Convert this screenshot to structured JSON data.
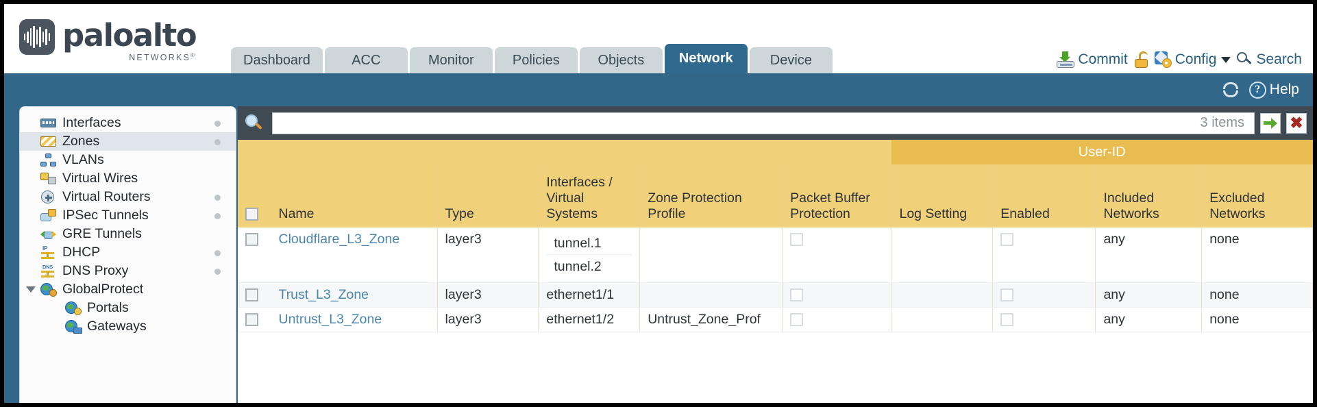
{
  "brand": {
    "name": "paloalto",
    "sub": "NETWORKS",
    "reg": "®"
  },
  "nav": {
    "tabs": [
      {
        "label": "Dashboard",
        "active": false
      },
      {
        "label": "ACC",
        "active": false
      },
      {
        "label": "Monitor",
        "active": false
      },
      {
        "label": "Policies",
        "active": false
      },
      {
        "label": "Objects",
        "active": false
      },
      {
        "label": "Network",
        "active": true
      },
      {
        "label": "Device",
        "active": false
      }
    ]
  },
  "toolbar": {
    "commit_label": "Commit",
    "commit_icon": "commit-download-icon",
    "lock_icon": "unlocked-padlock-icon",
    "config_label": "Config",
    "config_icon": "config-wrench-gear-icon",
    "search_label": "Search",
    "search_icon": "search-magnifier-icon"
  },
  "blueband": {
    "refresh_icon": "refresh-icon",
    "help_label": "Help",
    "help_icon": "help-question-icon"
  },
  "sidebar": {
    "items": [
      {
        "label": "Interfaces",
        "icon": "interfaces-icon",
        "selected": false,
        "dot": true,
        "child": false,
        "expander": false
      },
      {
        "label": "Zones",
        "icon": "zones-icon",
        "selected": true,
        "dot": true,
        "child": false,
        "expander": false
      },
      {
        "label": "VLANs",
        "icon": "vlans-icon",
        "selected": false,
        "dot": false,
        "child": false,
        "expander": false
      },
      {
        "label": "Virtual Wires",
        "icon": "virtual-wires-icon",
        "selected": false,
        "dot": false,
        "child": false,
        "expander": false
      },
      {
        "label": "Virtual Routers",
        "icon": "virtual-routers-icon",
        "selected": false,
        "dot": true,
        "child": false,
        "expander": false
      },
      {
        "label": "IPSec Tunnels",
        "icon": "ipsec-tunnels-icon",
        "selected": false,
        "dot": true,
        "child": false,
        "expander": false
      },
      {
        "label": "GRE Tunnels",
        "icon": "gre-tunnels-icon",
        "selected": false,
        "dot": false,
        "child": false,
        "expander": false
      },
      {
        "label": "DHCP",
        "icon": "dhcp-icon",
        "selected": false,
        "dot": true,
        "child": false,
        "expander": false
      },
      {
        "label": "DNS Proxy",
        "icon": "dns-proxy-icon",
        "selected": false,
        "dot": true,
        "child": false,
        "expander": false
      },
      {
        "label": "GlobalProtect",
        "icon": "globalprotect-icon",
        "selected": false,
        "dot": false,
        "child": false,
        "expander": true
      },
      {
        "label": "Portals",
        "icon": "portals-icon",
        "selected": false,
        "dot": false,
        "child": true,
        "expander": false
      },
      {
        "label": "Gateways",
        "icon": "gateways-icon",
        "selected": false,
        "dot": false,
        "child": true,
        "expander": false
      }
    ]
  },
  "filterbar": {
    "search_icon": "filter-search-icon",
    "value": "",
    "placeholder": "",
    "count": "3 items",
    "apply_icon": "apply-filter-arrow-icon",
    "clear_icon": "clear-filter-close-icon",
    "clear_glyph": "✖"
  },
  "table": {
    "group_header": {
      "userid": "User-ID"
    },
    "columns": [
      "Name",
      "Type",
      "Interfaces / Virtual Systems",
      "Zone Protection Profile",
      "Packet Buffer Protection",
      "Log Setting",
      "Enabled",
      "Included Networks",
      "Excluded Networks"
    ],
    "rows": [
      {
        "name": "Cloudflare_L3_Zone",
        "type": "layer3",
        "interfaces": [
          "tunnel.1",
          "tunnel.2"
        ],
        "zone_protection_profile": "",
        "packet_buffer_protection": false,
        "log_setting": "",
        "userid_enabled": false,
        "included_networks": "any",
        "excluded_networks": "none"
      },
      {
        "name": "Trust_L3_Zone",
        "type": "layer3",
        "interfaces": [
          "ethernet1/1"
        ],
        "zone_protection_profile": "",
        "packet_buffer_protection": false,
        "log_setting": "",
        "userid_enabled": false,
        "included_networks": "any",
        "excluded_networks": "none"
      },
      {
        "name": "Untrust_L3_Zone",
        "type": "layer3",
        "interfaces": [
          "ethernet1/2"
        ],
        "zone_protection_profile": "Untrust_Zone_Prof",
        "packet_buffer_protection": false,
        "log_setting": "",
        "userid_enabled": false,
        "included_networks": "any",
        "excluded_networks": "none"
      }
    ]
  },
  "colors": {
    "brand_blue": "#33678a",
    "active_tab": "#2f6a8e",
    "header_gold": "#f1d07a",
    "group_gold": "#e8bc4e",
    "link": "#4c86ad",
    "filterbar": "#3f4a52"
  }
}
